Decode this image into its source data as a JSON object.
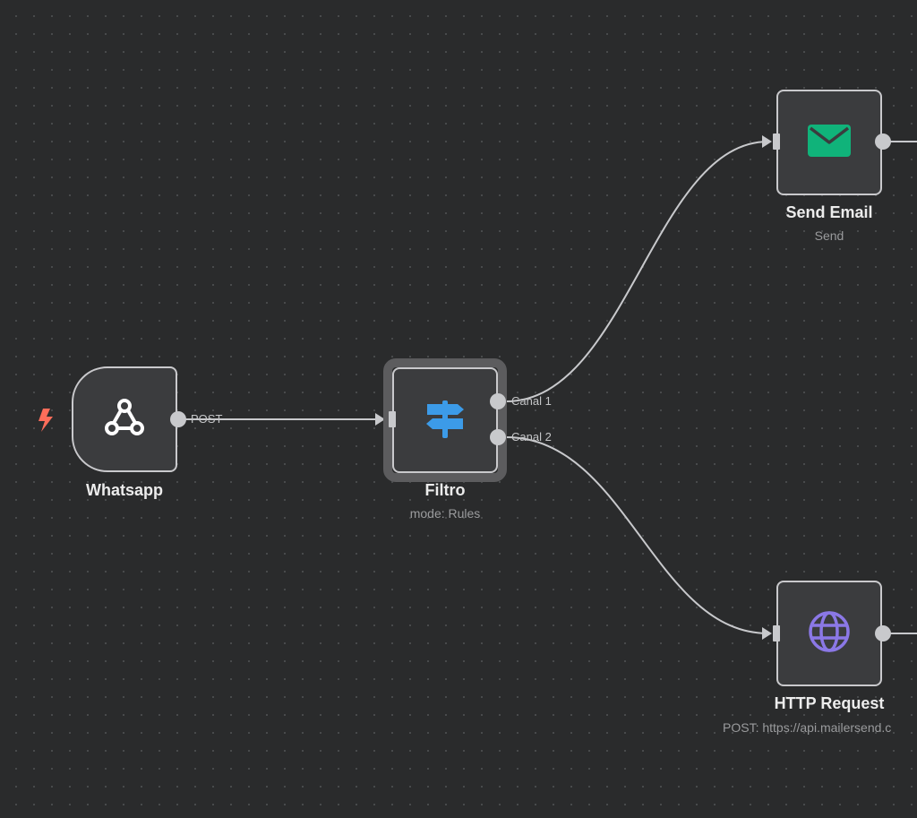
{
  "canvas": {
    "nodes": {
      "whatsapp": {
        "title": "Whatsapp",
        "icon": "webhook-icon",
        "trigger_icon": "lightning-bolt-icon",
        "output_label": "POST"
      },
      "filtro": {
        "title": "Filtro",
        "subtitle": "mode: Rules",
        "icon": "signpost-icon",
        "output_labels": [
          "Canal 1",
          "Canal 2"
        ]
      },
      "send_email": {
        "title": "Send Email",
        "subtitle": "Send",
        "icon": "envelope-icon"
      },
      "http_request": {
        "title": "HTTP Request",
        "subtitle": "POST: https://api.mailersend.c",
        "icon": "globe-icon"
      }
    }
  },
  "colors": {
    "background": "#2a2b2c",
    "node_fill": "#3b3c3e",
    "node_border": "#c9c9cc",
    "edge": "#c8c9cc",
    "trigger_bolt": "#ff6d5a",
    "email_icon": "#10b37a",
    "filter_icon": "#3c9be8",
    "globe_icon": "#8b78e6"
  }
}
